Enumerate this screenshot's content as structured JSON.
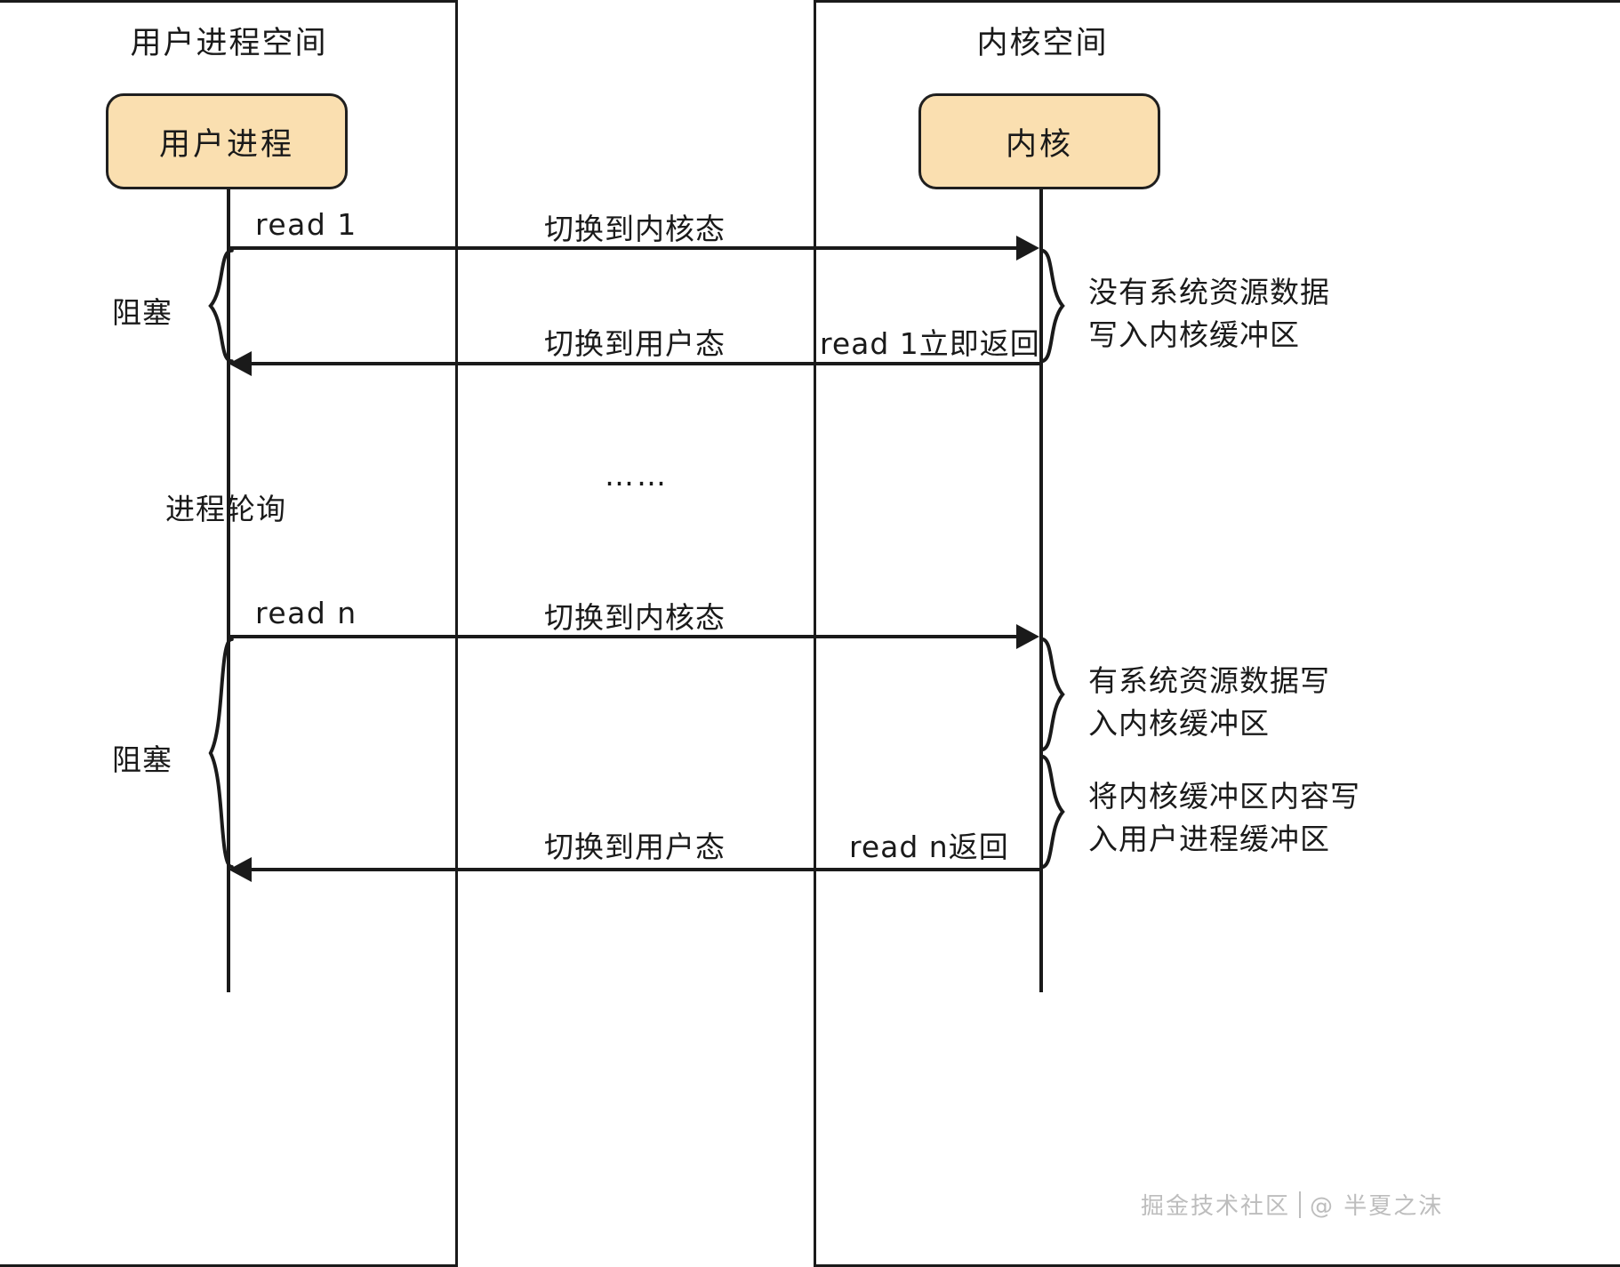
{
  "diagram": {
    "title_user_space": "用户进程空间",
    "title_kernel_space": "内核空间",
    "actor_user": "用户进程",
    "actor_kernel": "内核"
  },
  "messages": {
    "read1_call": "read 1",
    "read1_switch_to_kernel": "切换到内核态",
    "read1_switch_to_user": "切换到用户态",
    "read1_return": "read 1立即返回",
    "polling": "进程轮询",
    "ellipsis": "……",
    "readn_call": "read n",
    "readn_switch_to_kernel": "切换到内核态",
    "readn_switch_to_user": "切换到用户态",
    "readn_return": "read n返回"
  },
  "braces": {
    "block_label_1": "阻塞",
    "block_label_2": "阻塞"
  },
  "notes": {
    "note_no_data": "没有系统资源数据\n写入内核缓冲区",
    "note_has_data": "有系统资源数据写\n入内核缓冲区",
    "note_copy_to_user": "将内核缓冲区内容写\n入用户进程缓冲区"
  },
  "watermark": {
    "site": "掘金技术社区",
    "author": "@ 半夏之沫"
  },
  "colors": {
    "actor_fill": "#fadfb0",
    "stroke": "#1a1a1a",
    "watermark": "#bdbdbd",
    "background": "#ffffff"
  }
}
